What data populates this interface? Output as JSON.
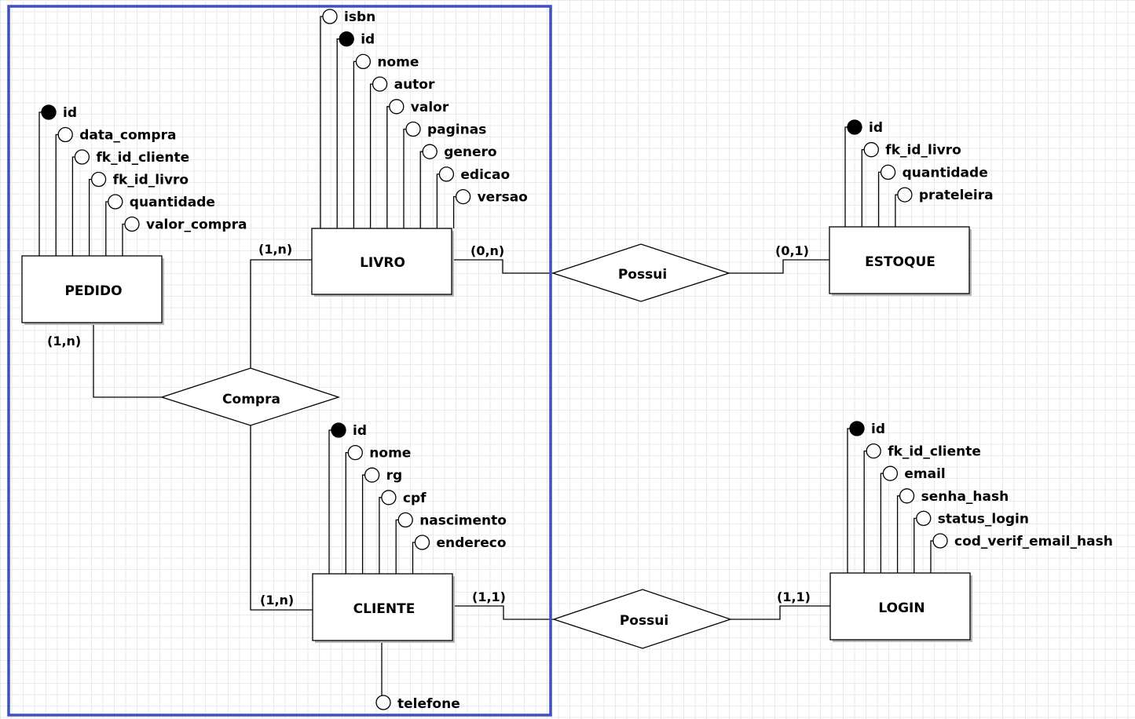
{
  "entities": {
    "livro": "LIVRO",
    "pedido": "PEDIDO",
    "estoque": "ESTOQUE",
    "cliente": "CLIENTE",
    "login": "LOGIN"
  },
  "relationships": {
    "compra": "Compra",
    "possui_estoque": "Possui",
    "possui_login": "Possui"
  },
  "cardinalities": {
    "compra_livro": "(1,n)",
    "compra_pedido": "(1,n)",
    "compra_cliente": "(1,n)",
    "livro_possui": "(0,n)",
    "estoque_possui": "(0,1)",
    "cliente_possui": "(1,1)",
    "login_possui": "(1,1)"
  },
  "attributes": {
    "livro": [
      {
        "name": "isbn",
        "key": false
      },
      {
        "name": "id",
        "key": true
      },
      {
        "name": "nome",
        "key": false
      },
      {
        "name": "autor",
        "key": false
      },
      {
        "name": "valor",
        "key": false
      },
      {
        "name": "paginas",
        "key": false
      },
      {
        "name": "genero",
        "key": false
      },
      {
        "name": "edicao",
        "key": false
      },
      {
        "name": "versao",
        "key": false
      }
    ],
    "pedido": [
      {
        "name": "id",
        "key": true
      },
      {
        "name": "data_compra",
        "key": false
      },
      {
        "name": "fk_id_cliente",
        "key": false
      },
      {
        "name": "fk_id_livro",
        "key": false
      },
      {
        "name": "quantidade",
        "key": false
      },
      {
        "name": "valor_compra",
        "key": false
      }
    ],
    "estoque": [
      {
        "name": "id",
        "key": true
      },
      {
        "name": "fk_id_livro",
        "key": false
      },
      {
        "name": "quantidade",
        "key": false
      },
      {
        "name": "prateleira",
        "key": false
      }
    ],
    "cliente": [
      {
        "name": "id",
        "key": true
      },
      {
        "name": "nome",
        "key": false
      },
      {
        "name": "rg",
        "key": false
      },
      {
        "name": "cpf",
        "key": false
      },
      {
        "name": "nascimento",
        "key": false
      },
      {
        "name": "endereco",
        "key": false
      }
    ],
    "cliente_bottom": [
      {
        "name": "telefone",
        "key": false
      }
    ],
    "login": [
      {
        "name": "id",
        "key": true
      },
      {
        "name": "fk_id_cliente",
        "key": false
      },
      {
        "name": "email",
        "key": false
      },
      {
        "name": "senha_hash",
        "key": false
      },
      {
        "name": "status_login",
        "key": false
      },
      {
        "name": "cod_verif_email_hash",
        "key": false
      }
    ]
  },
  "colors": {
    "selection_frame": "#3f4fc4",
    "line": "#000000",
    "key_fill": "#000000",
    "attr_fill": "#ffffff"
  }
}
